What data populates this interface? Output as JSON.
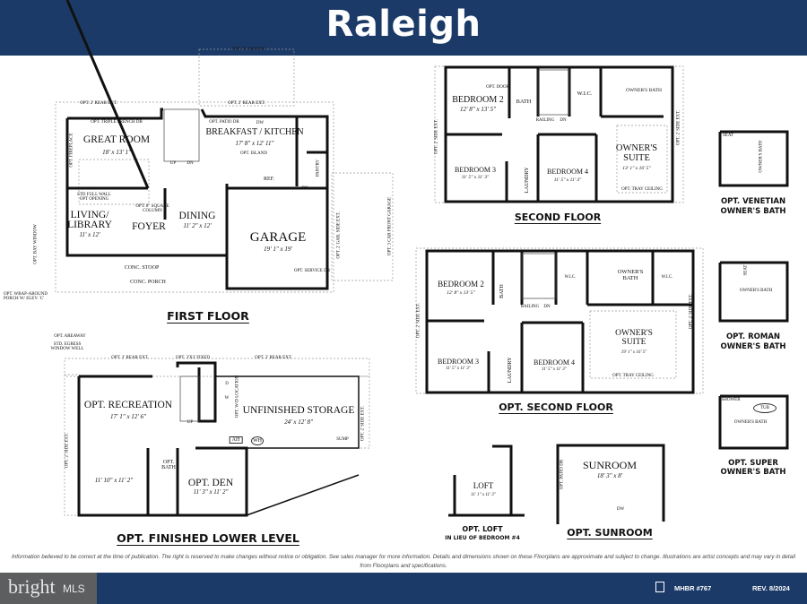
{
  "header": {
    "title": "Raleigh"
  },
  "first_floor": {
    "title": "FIRST FLOOR",
    "rooms": [
      {
        "name": "GREAT ROOM",
        "dim": "18' x 13' 1\""
      },
      {
        "name": "BREAKFAST / KITCHEN",
        "dim": "17' 8\" x 12' 11\""
      },
      {
        "name": "LIVING/ LIBRARY",
        "dim": "11' x 12'"
      },
      {
        "name": "FOYER",
        "dim": ""
      },
      {
        "name": "DINING",
        "dim": "11' 2\" x 12'"
      },
      {
        "name": "GARAGE",
        "dim": "19' 1\" x 19'"
      }
    ],
    "notes": {
      "sunroom": "OPT. SUNROOM",
      "rear_ext_1": "OPT. 2' REAR EXT.",
      "rear_ext_2": "OPT. 2' REAR EXT.",
      "triple_french": "OPT. TRIPLE FRENCH DR",
      "patio_dr": "OPT. PATIO DR",
      "island": "OPT. ISLAND",
      "fireplace": "OPT. FIREPLACE",
      "pantry": "PANTRY",
      "ref": "REF.",
      "dw": "DW",
      "up": "UP",
      "dn": "DN",
      "dn2": "DN",
      "half_wall": "STD FULL WALL OPT OPENING",
      "column": "OPT. 8\" SQUARE COLUMN",
      "stoop": "CONC. STOOP",
      "porch": "CONC. PORCH",
      "garage_side": "OPT. 2' GAR. SIDE EXT.",
      "three_car": "OPT. 3 CAR FRONT GARAGE",
      "service_dr": "OPT. SERVICE DR",
      "wrap_porch": "OPT. WRAP-AROUND PORCH W/ ELEV. 'C'",
      "bay_window": "OPT. BAY WINDOW"
    }
  },
  "lower_level": {
    "title": "OPT. FINISHED LOWER LEVEL",
    "rooms": [
      {
        "name": "OPT. RECREATION",
        "dim": "17' 1\" x 12' 6\""
      },
      {
        "name": "UNFINISHED STORAGE",
        "dim": "24' x 12' 8\""
      },
      {
        "name": "OPT. DEN",
        "dim": "11' 3\" x 11' 2\""
      },
      {
        "name": "OPT. BATH",
        "dim": ""
      }
    ],
    "extra_dim": "11' 10\" x 11' 2\"",
    "notes": {
      "areaway": "OPT. AREAWAY",
      "egress": "STD. EGRESS WINDOW WELL",
      "rear_ext_1": "OPT. 2' REAR EXT.",
      "rear_ext_2": "OPT. 2' REAR EXT.",
      "fixed": "OPT. 3'X3' FIXED",
      "side_ext_1": "OPT. 2' SIDE EXT.",
      "side_ext_2": "OPT. 2' SIDE EXT.",
      "ah": "AH",
      "wh": "WH",
      "up": "UP",
      "d": "D",
      "w": "W",
      "wd_location": "OPT. W/D LOCATION",
      "sump": "SUMP"
    }
  },
  "second_floor": {
    "title": "SECOND FLOOR",
    "rooms": [
      {
        "name": "BEDROOM 2",
        "dim": "12' 8\" x 13' 5\""
      },
      {
        "name": "BEDROOM 3",
        "dim": "11' 5\" x 11' 3\""
      },
      {
        "name": "BEDROOM 4",
        "dim": "11' 5\" x 11' 3\""
      },
      {
        "name": "OWNER'S SUITE",
        "dim": "13' 1\" x 16' 5\""
      },
      {
        "name": "W.I.C.",
        "dim": ""
      },
      {
        "name": "OWNER'S BATH",
        "dim": ""
      },
      {
        "name": "BATH",
        "dim": ""
      },
      {
        "name": "LAUNDRY",
        "dim": ""
      }
    ],
    "notes": {
      "railing": "RAILING",
      "dn": "DN",
      "opt_door": "OPT. DOOR",
      "tray": "OPT. TRAY CEILING",
      "side_ext_1": "OPT. 2' SIDE EXT.",
      "side_ext_2": "OPT. 2' SIDE EXT."
    }
  },
  "opt_second_floor": {
    "title": "OPT. SECOND FLOOR",
    "rooms": [
      {
        "name": "BEDROOM 2",
        "dim": "12' 8\" x 13' 5\""
      },
      {
        "name": "BEDROOM 3",
        "dim": "11' 5\" x 11' 3\""
      },
      {
        "name": "BEDROOM 4",
        "dim": "11' 5\" x 11' 3\""
      },
      {
        "name": "OWNER'S SUITE",
        "dim": "19' 1\" x 16' 5\""
      },
      {
        "name": "W.I.C.",
        "dim": ""
      },
      {
        "name": "W.I.C.",
        "dim": ""
      },
      {
        "name": "OWNER'S BATH",
        "dim": ""
      },
      {
        "name": "BATH",
        "dim": ""
      },
      {
        "name": "LAUNDRY",
        "dim": ""
      }
    ],
    "notes": {
      "railing": "RAILING",
      "dn": "DN",
      "tray": "OPT. TRAY CEILING",
      "side_ext_1": "OPT. 2' SIDE EXT.",
      "side_ext_2": "OPT. 2' SIDE EXT."
    }
  },
  "venetian": {
    "title_1": "OPT. VENETIAN",
    "title_2": "OWNER'S BATH",
    "label": "OWNER'S BATH",
    "seat": "SEAT"
  },
  "roman": {
    "title_1": "OPT. ROMAN",
    "title_2": "OWNER'S BATH",
    "label": "OWNER'S BATH",
    "seat": "SEAT"
  },
  "super": {
    "title_1": "OPT. SUPER",
    "title_2": "OWNER'S BATH",
    "label": "OWNER'S BATH",
    "tub": "TUB",
    "shower": "SHOWER"
  },
  "loft": {
    "title": "OPT. LOFT",
    "subtitle": "IN LIEU OF BEDROOM #4",
    "name": "LOFT",
    "dim": "11' 1\" x 11' 3\""
  },
  "sunroom": {
    "title": "OPT. SUNROOM",
    "name": "SUNROOM",
    "dim": "18' 3\" x 8'",
    "patio": "OPT. PATIO DR",
    "dw": "DW"
  },
  "disclaimer": "Information believed to be correct at the time of publication. The right is reserved to make changes without notice or obligation. See sales manager for more information. Details and dimensions shown on these Floorplans are approximate and subject to change. Illustrations are artist concepts and may vary in detail from Floorplans and specifications.",
  "footer": {
    "logo": "bright",
    "logo_suffix": "MLS",
    "license": "MHBR #767",
    "revision": "REV. 8/2024",
    "icon": "equal-housing-icon"
  },
  "colors": {
    "brand_navy": "#1c3a68",
    "logo_gray": "#5d5e60"
  }
}
